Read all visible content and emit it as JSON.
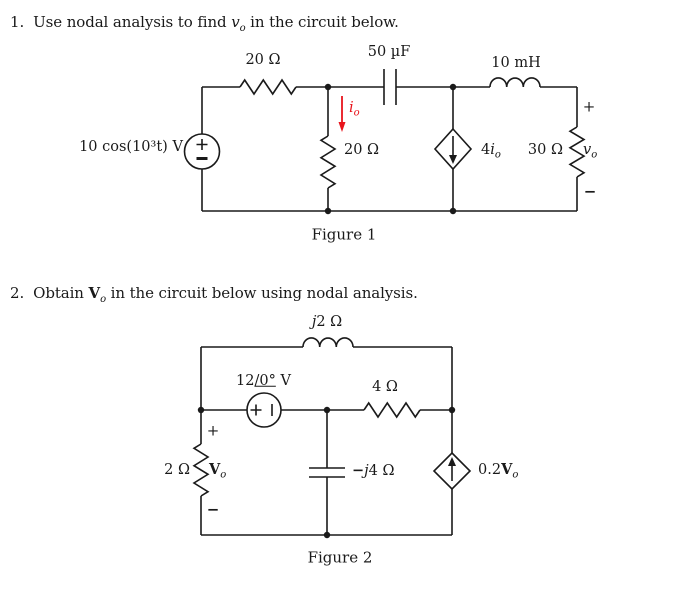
{
  "colors": {
    "ink": "#1a1a1a",
    "accent_red": "#e8141c"
  },
  "problem1": {
    "number": "1.",
    "pre": "Use nodal analysis to find",
    "var_base": "v",
    "var_sub": "o",
    "post": "in the circuit below."
  },
  "figure1": {
    "caption": "Figure 1",
    "source_label": "10 cos(10³t) V",
    "resistor_top": "20 Ω",
    "capacitor": "50 µF",
    "inductor": "10 mH",
    "io": {
      "base": "i",
      "sub": "o"
    },
    "resistor_mid": "20 Ω",
    "dependent_source": {
      "prefix": "4",
      "base": "i",
      "sub": "o"
    },
    "resistor_right": "30 Ω",
    "vo": {
      "base": "v",
      "sub": "o"
    },
    "plus": "+",
    "minus": "−"
  },
  "problem2": {
    "number": "2.",
    "pre": "Obtain",
    "var_base": "V",
    "var_sub": "o",
    "post": "in the circuit below using nodal analysis."
  },
  "figure2": {
    "caption": "Figure 2",
    "inductor": {
      "j": "j",
      "rest": "2 Ω"
    },
    "source": {
      "prefix": "12",
      "angle": "/0°",
      "unit": "V"
    },
    "resistor_series": "4 Ω",
    "resistor_left": "2 Ω",
    "vo": {
      "base": "V",
      "sub": "o"
    },
    "capacitor": {
      "minus": "−",
      "j": "j",
      "rest": "4 Ω"
    },
    "dependent_source": {
      "prefix": "0.2",
      "base": "V",
      "sub": "o"
    },
    "plus": "+",
    "minus": "−"
  }
}
